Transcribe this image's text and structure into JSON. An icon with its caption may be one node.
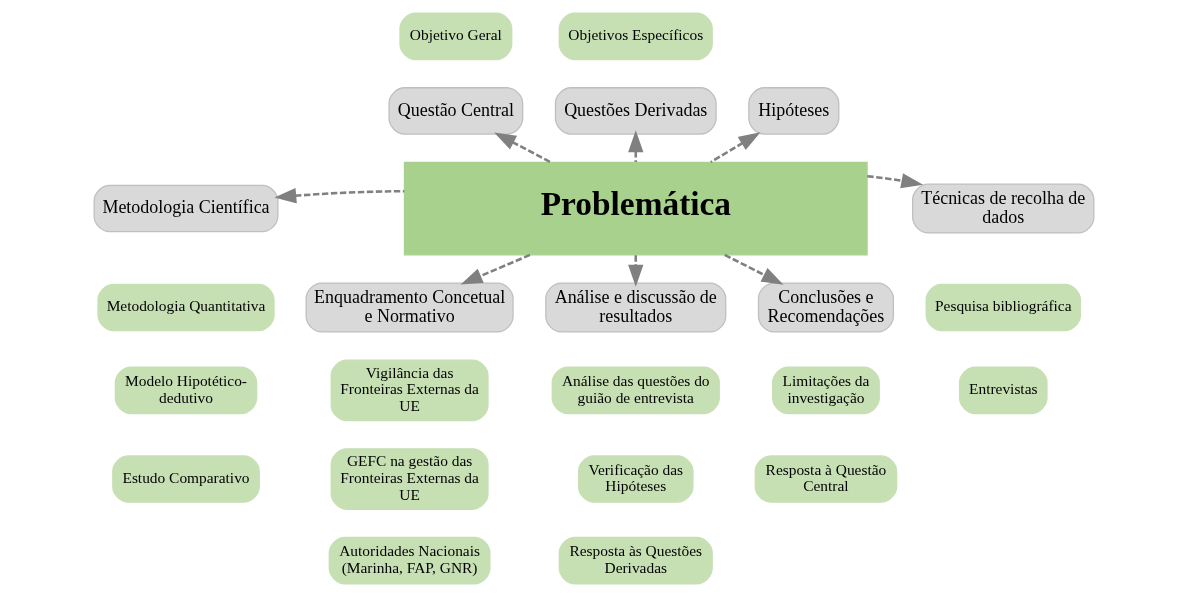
{
  "diagram": {
    "nodes": [
      {
        "text": [
          "Objetivo Geral"
        ]
      },
      {
        "text": [
          "Objetivos Específicos"
        ]
      },
      {
        "text": [
          "Questão Central"
        ]
      },
      {
        "text": [
          "Questões Derivadas"
        ]
      },
      {
        "text": [
          "Hipóteses"
        ]
      },
      {
        "text": [
          "Metodologia Científica"
        ]
      },
      {
        "text": [
          "Problemática"
        ]
      },
      {
        "text": [
          "Técnicas de recolha de dados"
        ]
      },
      {
        "text": [
          "Metodologia Quantitativa"
        ]
      },
      {
        "text": [
          "Modelo Hipotético-dedutivo"
        ]
      },
      {
        "text": [
          "Estudo Comparativo"
        ]
      },
      {
        "text": [
          "Pesquisa bibliográfica"
        ]
      },
      {
        "text": [
          "Entrevistas"
        ]
      },
      {
        "text": [
          "Enquadramento Concetual e Normativo"
        ]
      },
      {
        "text": [
          "Análise e discussão de resultados"
        ]
      },
      {
        "text": [
          "Conclusões e Recomendações"
        ]
      },
      {
        "text": [
          "Vigilância das Fronteiras Externas da UE"
        ]
      },
      {
        "text": [
          "GEFC na gestão das Fronteiras Externas da UE"
        ]
      },
      {
        "text": [
          "Autoridades Nacionais (Marinha, FAP, GNR)"
        ]
      },
      {
        "text": [
          "Análise das questões do guião de entrevista"
        ]
      },
      {
        "text": [
          "Verificação das Hipóteses"
        ]
      },
      {
        "text": [
          "Resposta às Questões Derivadas"
        ]
      },
      {
        "text": [
          "Limitações da investigação"
        ]
      },
      {
        "text": [
          "Resposta à Questão Central"
        ]
      }
    ],
    "edges": [
      {
        "from": 6,
        "to": 2,
        "arrow": "to",
        "style": "dashed"
      },
      {
        "from": 6,
        "to": 3,
        "arrow": "to",
        "style": "dashed"
      },
      {
        "from": 6,
        "to": 4,
        "arrow": "to",
        "style": "dashed"
      },
      {
        "from": 6,
        "to": 5,
        "arrow": "to",
        "style": "dashed"
      },
      {
        "from": 6,
        "to": 7,
        "arrow": "to",
        "style": "dashed"
      },
      {
        "from": 6,
        "to": 13,
        "arrow": "to",
        "style": "dashed"
      },
      {
        "from": 6,
        "to": 14,
        "arrow": "to",
        "style": "dashed"
      },
      {
        "from": 6,
        "to": 15,
        "arrow": "to",
        "style": "dashed"
      }
    ]
  }
}
